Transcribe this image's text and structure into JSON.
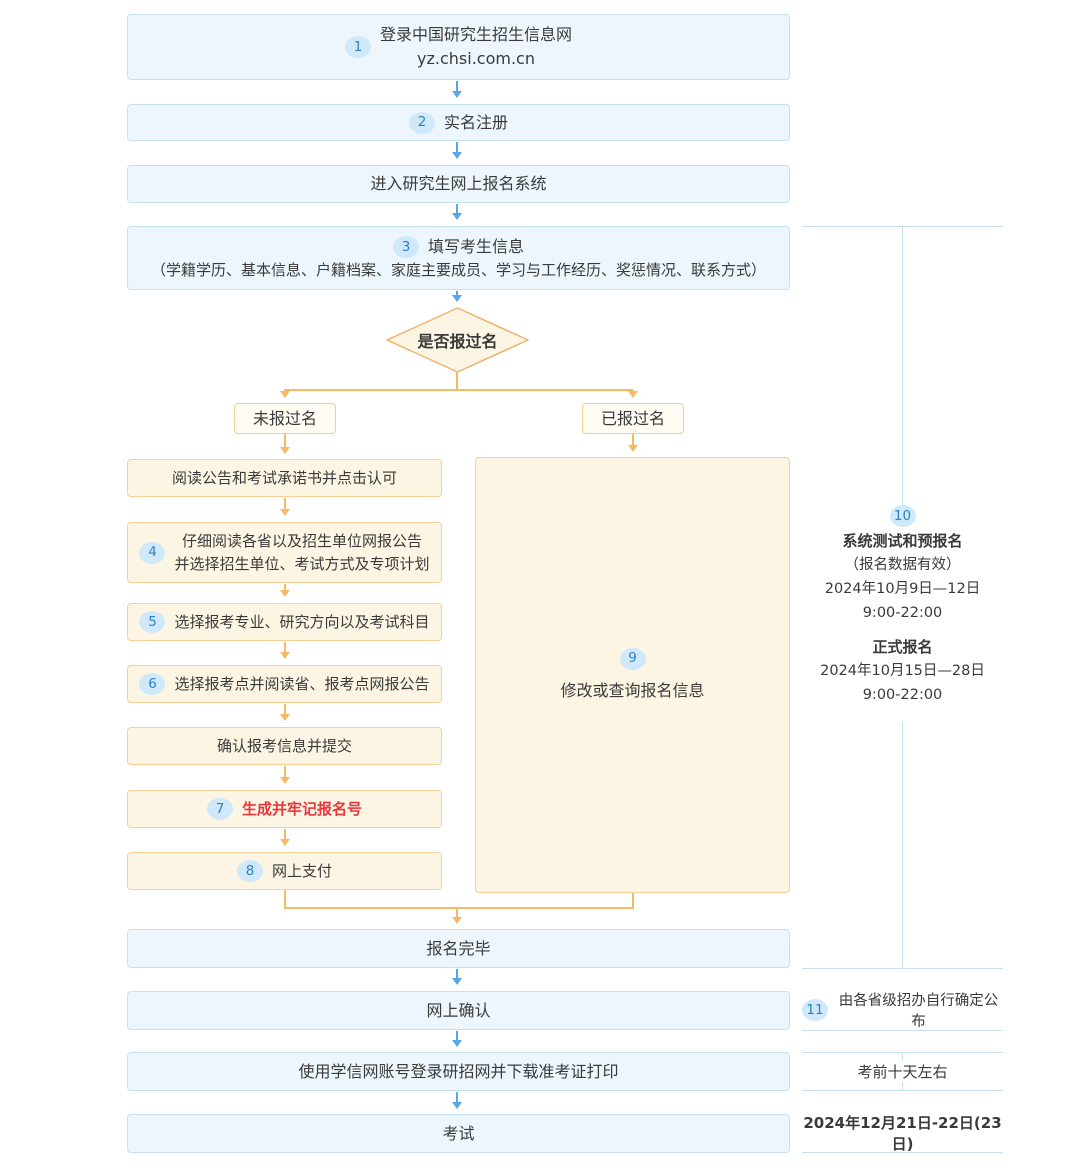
{
  "colors": {
    "blue_box_bg": "#ecf6fc",
    "blue_box_border": "#c6e2f2",
    "orange_box_bg": "#fdf5e3",
    "orange_box_border": "#f6d098",
    "blue_arrow": "#58a6e8",
    "orange_arrow": "#f6ba67",
    "badge_bg": "#cfe8fa",
    "badge_text": "#2e82c4",
    "emphasis_red": "#e8383d",
    "sidebar_line": "#c8e1f2"
  },
  "flow": {
    "top": [
      {
        "badge": "1",
        "title": "登录中国研究生招生信息网",
        "subtitle": "yz.chsi.com.cn"
      },
      {
        "badge": "2",
        "title": "实名注册"
      },
      {
        "title": "进入研究生网上报名系统"
      },
      {
        "badge": "3",
        "title": "填写考生信息",
        "detail": "（学籍学历、基本信息、户籍档案、家庭主要成员、学习与工作经历、奖惩情况、联系方式）"
      }
    ],
    "decision": {
      "label": "是否报过名"
    },
    "branches": {
      "no": "未报过名",
      "yes": "已报过名"
    },
    "left_steps": [
      {
        "title": "阅读公告和考试承诺书并点击认可"
      },
      {
        "badge": "4",
        "title": "仔细阅读各省以及招生单位网报公告",
        "title2": "并选择招生单位、考试方式及专项计划"
      },
      {
        "badge": "5",
        "title": "选择报考专业、研究方向以及考试科目"
      },
      {
        "badge": "6",
        "title": "选择报考点并阅读省、报考点网报公告"
      },
      {
        "title": "确认报考信息并提交"
      },
      {
        "badge": "7",
        "title": "生成并牢记报名号"
      },
      {
        "badge": "8",
        "title": "网上支付"
      }
    ],
    "right_step": {
      "badge": "9",
      "title": "修改或查询报名信息"
    },
    "bottom": [
      {
        "title": "报名完毕"
      },
      {
        "title": "网上确认"
      },
      {
        "title": "使用学信网账号登录研招网并下载准考证打印"
      },
      {
        "title": "考试"
      }
    ]
  },
  "sidebar": {
    "note10": {
      "badge": "10",
      "heading1": "系统测试和预报名",
      "sub1": "（报名数据有效）",
      "date1": "2024年10月9日—12日",
      "time1": "9:00-22:00",
      "heading2": "正式报名",
      "date2": "2024年10月15日—28日",
      "time2": "9:00-22:00"
    },
    "note11": {
      "badge": "11",
      "text": "由各省级招办自行确定公布"
    },
    "note12": {
      "text": "考前十天左右"
    },
    "note13": {
      "text": "2024年12月21日-22日(23日)"
    }
  }
}
